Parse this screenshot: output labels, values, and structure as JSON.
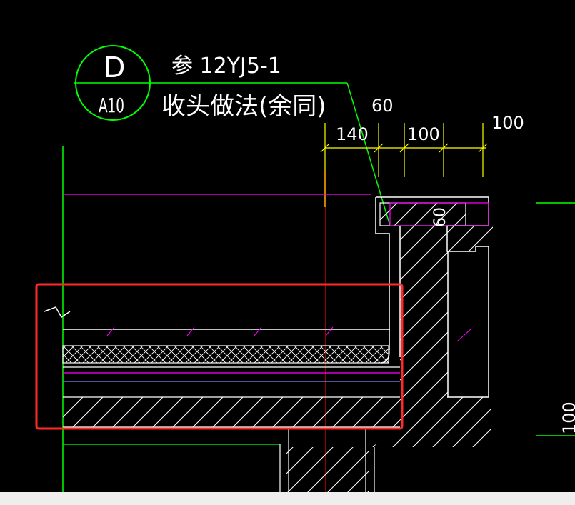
{
  "drawing": {
    "detail_symbol": {
      "letter": "D",
      "sheet": "A10"
    },
    "reference_text": "参 12YJ5-1",
    "note_text": "收头做法(余同)",
    "dimensions": {
      "top_60": "60",
      "d140": "140",
      "d100a": "100",
      "d100b": "100",
      "parapet_60": "60",
      "right_100": "100"
    }
  },
  "colors": {
    "background": "#000000",
    "leader": "#00ff00",
    "dimension": "#ffff00",
    "outline": "#ffffff",
    "magenta": "#ff00ff",
    "axis": "#ff0000",
    "layer_blue": "#8080ff",
    "highlight": "#ff2a2a"
  }
}
